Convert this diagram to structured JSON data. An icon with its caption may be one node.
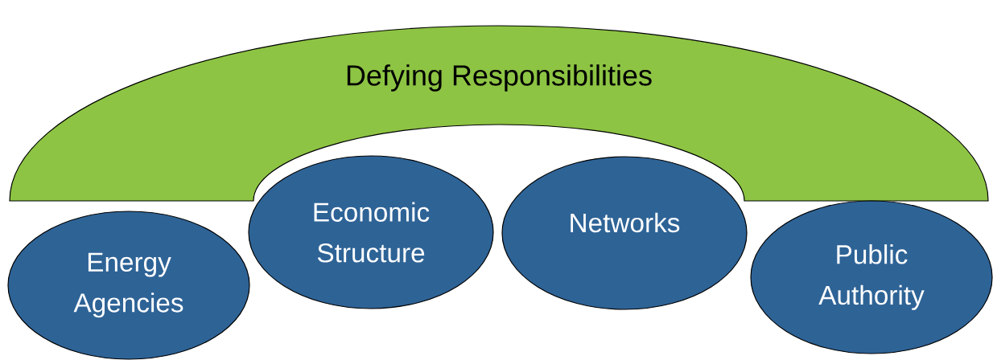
{
  "diagram": {
    "nodes": [
      {
        "text": [
          "Defying Responsibilities"
        ]
      },
      {
        "text": [
          "Energy Agencies"
        ]
      },
      {
        "text": [
          "Economic Structure"
        ]
      },
      {
        "text": [
          "Networks"
        ]
      },
      {
        "text": [
          "Public Authority"
        ]
      }
    ]
  }
}
